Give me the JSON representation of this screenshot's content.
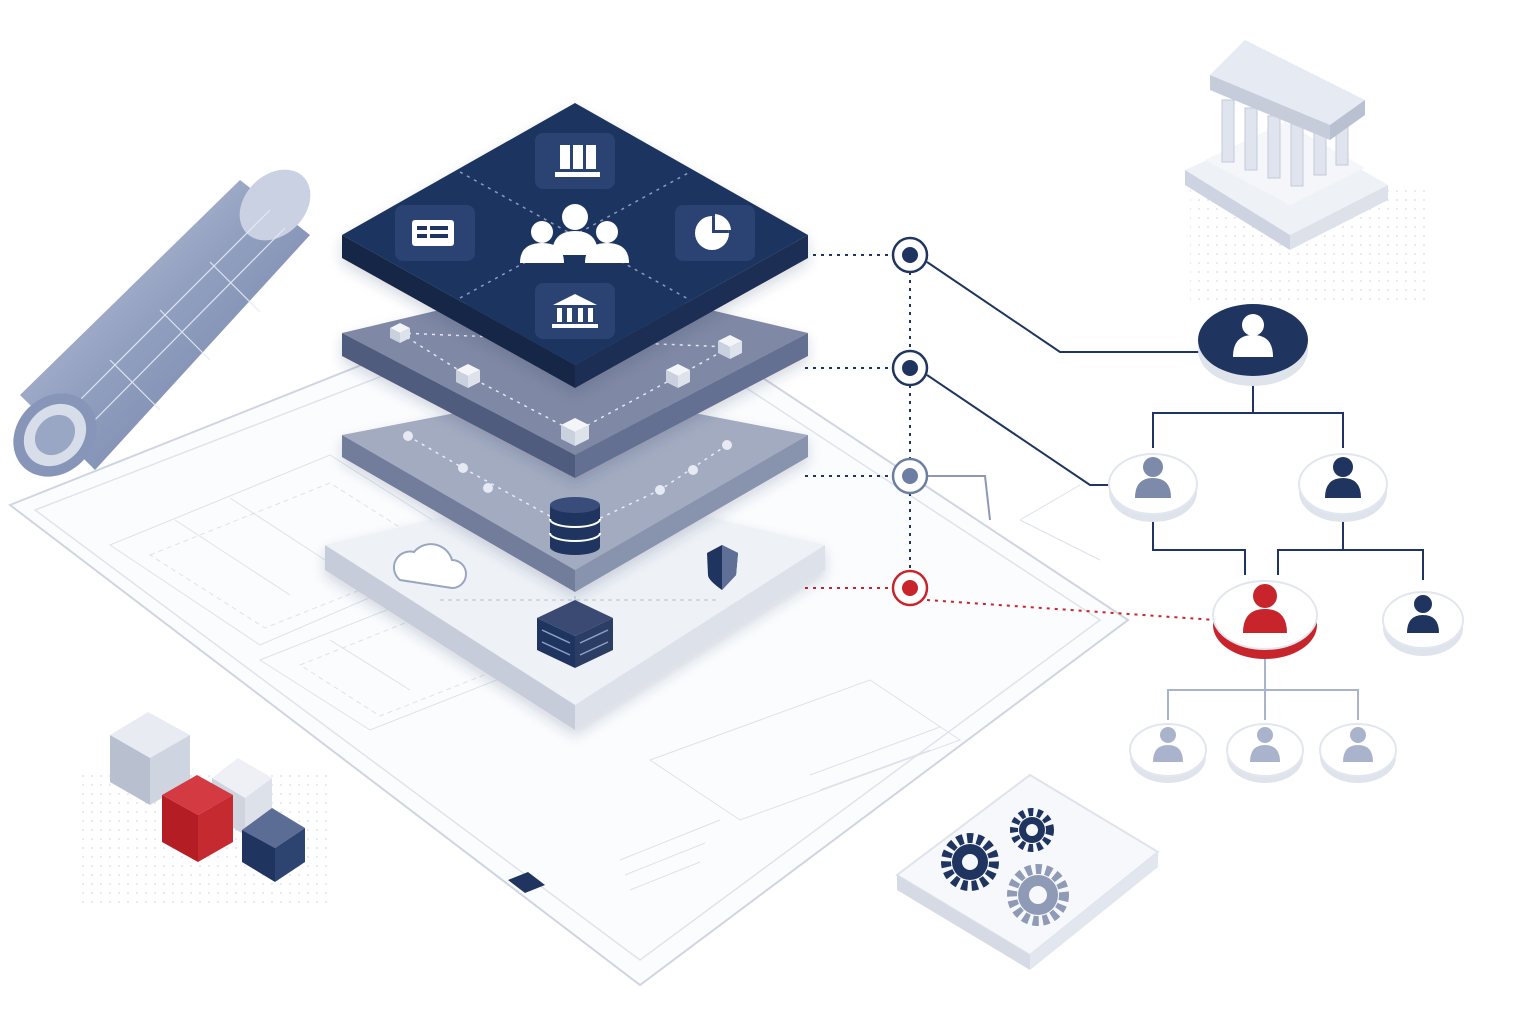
{
  "colors": {
    "navy": "#1f3560",
    "navy_dark": "#152747",
    "steel": "#6d7ea3",
    "slate": "#7d8aaa",
    "light_slate": "#a9b4cc",
    "pale": "#e6eaf2",
    "accent_red": "#c8242c",
    "line_gray": "#c9cfdb",
    "bg": "#ffffff"
  },
  "layers": [
    {
      "name": "layer-applications",
      "fill": "#1f3560",
      "icons": [
        "report-icon",
        "bar-list-icon",
        "team-icon",
        "pie-chart-icon",
        "bank-icon"
      ]
    },
    {
      "name": "layer-integration",
      "fill": "#767f9b",
      "icons": [
        "node-cube-icon"
      ]
    },
    {
      "name": "layer-data",
      "fill": "#969fb8",
      "icons": [
        "database-icon"
      ]
    },
    {
      "name": "layer-infrastructure",
      "fill": "#e9ecf2",
      "icons": [
        "cloud-icon",
        "shield-icon",
        "server-icon"
      ]
    }
  ],
  "connectors": [
    {
      "name": "connector-applications",
      "fill": "#1f3560"
    },
    {
      "name": "connector-integration",
      "fill": "#1f3560"
    },
    {
      "name": "connector-data",
      "fill": "#6d7ea3"
    },
    {
      "name": "connector-infrastructure",
      "fill": "#c8242c"
    }
  ],
  "org_chart": {
    "root": {
      "icon": "user-icon",
      "fill": "#1f3560"
    },
    "level2": [
      {
        "icon": "user-icon",
        "fill": "#7d8aaa"
      },
      {
        "icon": "user-icon",
        "fill": "#1f3560"
      }
    ],
    "level3": [
      {
        "icon": "user-icon",
        "fill": "#c8242c",
        "highlighted": true
      },
      {
        "icon": "user-icon",
        "fill": "#1f3560"
      }
    ],
    "level4": [
      {
        "icon": "user-icon",
        "fill": "#a9b4cc"
      },
      {
        "icon": "user-icon",
        "fill": "#a9b4cc"
      },
      {
        "icon": "user-icon",
        "fill": "#a9b4cc"
      }
    ]
  },
  "decor": {
    "building": "bank-building-icon",
    "blueprint_roll": "blueprint-roll-icon",
    "cubes": [
      "gray-cube",
      "red-cube",
      "light-cube",
      "navy-cube"
    ],
    "gears": [
      "gear-icon",
      "gear-icon",
      "gear-icon"
    ]
  }
}
